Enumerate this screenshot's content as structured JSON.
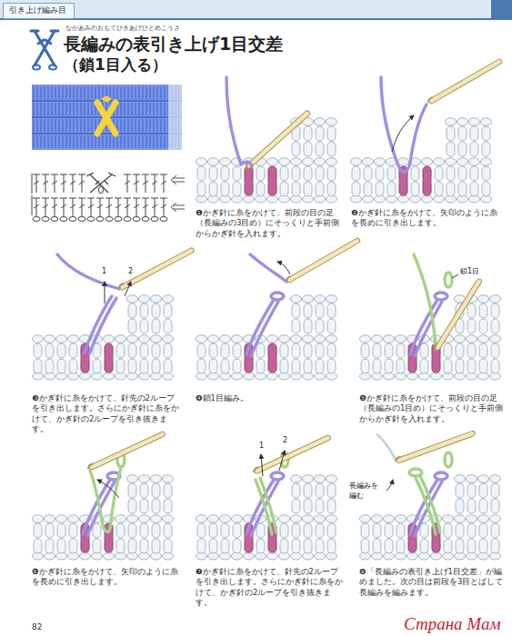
{
  "diagram": {
    "title": "長編みの表引き上げ1目交差",
    "nodes": [
      {
        "text": [
          "引き上げ編み目"
        ]
      }
    ],
    "labels": [
      "ながあみのおもてひきあげひとめこうさ",
      "（鎖1目入る）",
      "❶かぎ針に糸をかけて、前段の目の足（長編みの3目め）にそっくりと手前側からかぎ針を入れます。",
      "❷かぎ針に糸をかけて、矢印のように糸を長めに引き出します。",
      "❸かぎ針に糸をかけて、針先の2ループを引き出します。さらにかぎ針に糸をかけて、かぎ針の2ループを引き抜きます。",
      "❹鎖1目編み。",
      "❺かぎ針に糸をかけて、前段の目の足（長編みの1目め）にそっくりと手前側からかぎ針を入れます。",
      "❻かぎ針に糸をかけて、矢印のように糸を長めに引き出します。",
      "❼かぎ針に糸をかけて、針先の2ループを引き出します。さらにかぎ針に糸をかけて、かぎ針の2ループを引き抜きます。",
      "❽「長編みの表引き上げ1目交差」が編めました。次の目は前段を3目とばして長編みを編みます。",
      "1",
      "2",
      "鎖1目",
      "1",
      "2",
      "長編みを編む",
      "82",
      "Страна Мам"
    ]
  }
}
